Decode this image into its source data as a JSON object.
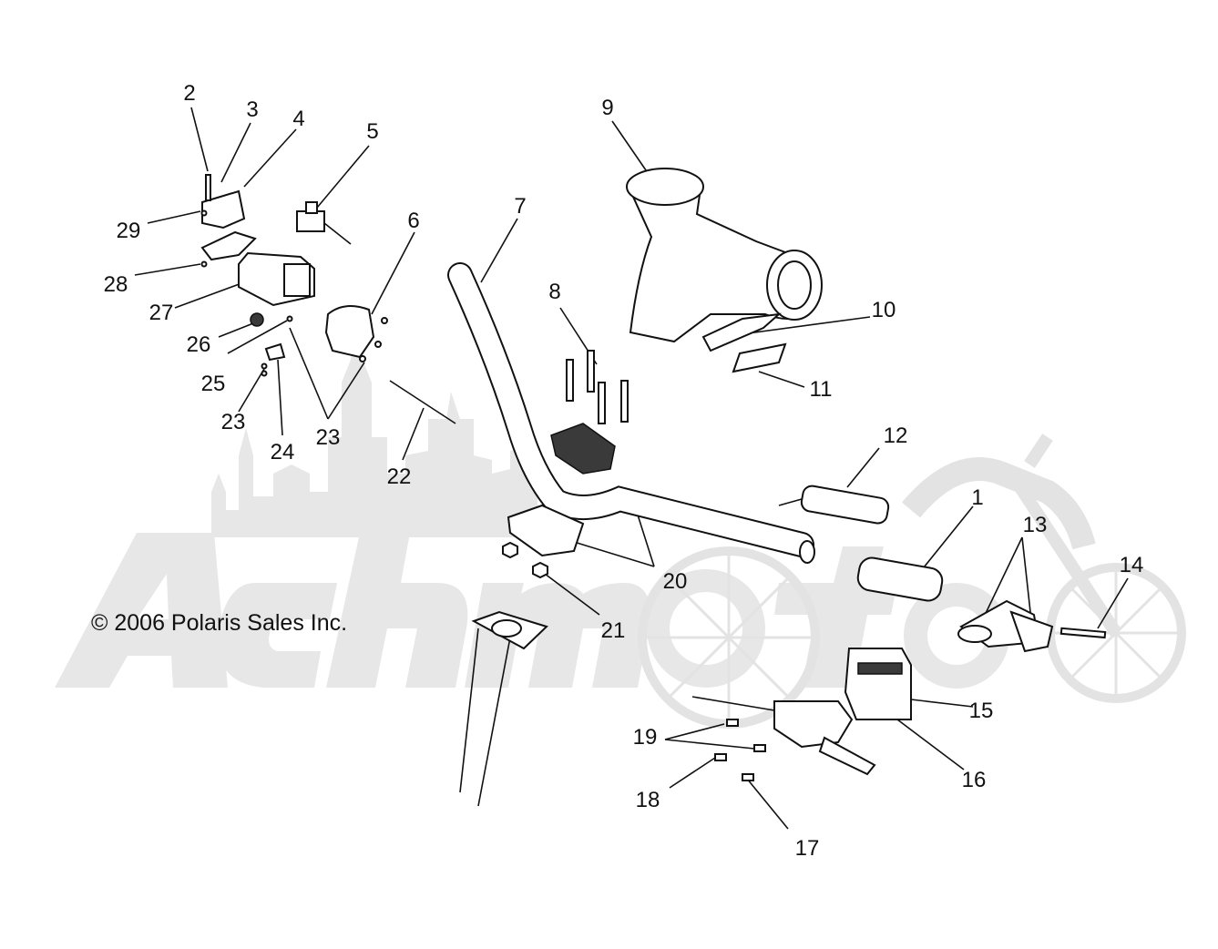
{
  "copyright": "© 2006 Polaris Sales Inc.",
  "watermark_text": "AchMoto",
  "callouts": [
    {
      "id": "c1",
      "text": "1"
    },
    {
      "id": "c2",
      "text": "2"
    },
    {
      "id": "c3",
      "text": "3"
    },
    {
      "id": "c4",
      "text": "4"
    },
    {
      "id": "c5",
      "text": "5"
    },
    {
      "id": "c6",
      "text": "6"
    },
    {
      "id": "c7",
      "text": "7"
    },
    {
      "id": "c8",
      "text": "8"
    },
    {
      "id": "c9",
      "text": "9"
    },
    {
      "id": "c10",
      "text": "10"
    },
    {
      "id": "c11",
      "text": "11"
    },
    {
      "id": "c12",
      "text": "12"
    },
    {
      "id": "c13",
      "text": "13"
    },
    {
      "id": "c14",
      "text": "14"
    },
    {
      "id": "c15",
      "text": "15"
    },
    {
      "id": "c16",
      "text": "16"
    },
    {
      "id": "c17",
      "text": "17"
    },
    {
      "id": "c18",
      "text": "18"
    },
    {
      "id": "c19",
      "text": "19"
    },
    {
      "id": "c20",
      "text": "20"
    },
    {
      "id": "c21",
      "text": "21"
    },
    {
      "id": "c22",
      "text": "22"
    },
    {
      "id": "c23a",
      "text": "23"
    },
    {
      "id": "c23b",
      "text": "23"
    },
    {
      "id": "c24",
      "text": "24"
    },
    {
      "id": "c25",
      "text": "25"
    },
    {
      "id": "c26",
      "text": "26"
    },
    {
      "id": "c27",
      "text": "27"
    },
    {
      "id": "c28",
      "text": "28"
    },
    {
      "id": "c29",
      "text": "29"
    }
  ]
}
